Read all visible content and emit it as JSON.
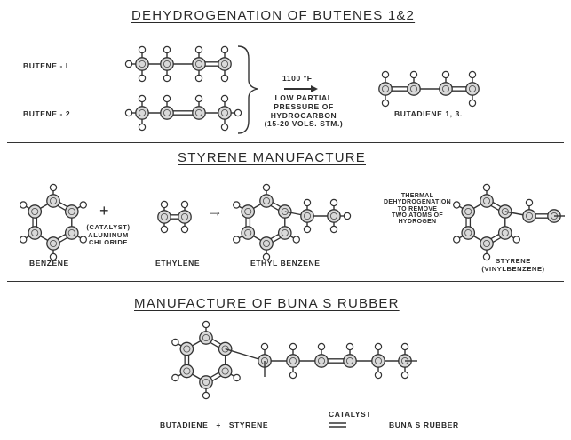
{
  "sections": {
    "dehydrogenation": {
      "title": "DEHYDROGENATION OF BUTENES 1&2",
      "butene1": "BUTENE - I",
      "butene2": "BUTENE - 2",
      "condition_temp": "1100 °F",
      "condition_text": "LOW PARTIAL\nPRESSURE OF\nHYDROCARBON\n(15-20 VOLS. STM.)",
      "product": "BUTADIENE 1, 3."
    },
    "styrene": {
      "title": "STYRENE MANUFACTURE",
      "plus": "+",
      "catalyst": "(CATALYST)\nALUMINUM\nCHLORIDE",
      "arrow": "→",
      "benzene": "BENZENE",
      "ethylene": "ETHYLENE",
      "ethyl_benzene": "ETHYL BENZENE",
      "dehydro_note": "THERMAL\nDEHYDROGENATION\nTO REMOVE\nTWO ATOMS OF\nHYDROGEN",
      "styrene_label": "STYRENE\n(VINYLBENZENE)"
    },
    "buna": {
      "title": "MANUFACTURE OF BUNA S RUBBER",
      "equation_left": "BUTADIENE + STYRENE",
      "catalyst": "CATALYST",
      "product": "BUNA S RUBBER"
    }
  }
}
